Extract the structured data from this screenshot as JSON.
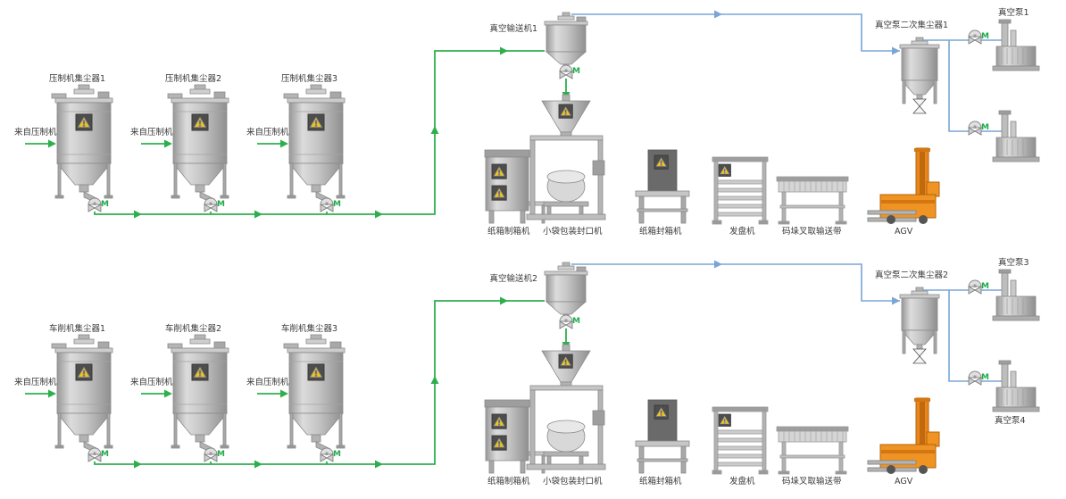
{
  "valve_motor_label": "M",
  "colors": {
    "material_line_green": "#2eaf4e",
    "vacuum_line_blue": "#7aa5d6",
    "agv_orange": "#ef9322",
    "warning_yellow": "#f0c419",
    "warning_plate_gray": "#4d4d4d"
  },
  "sections": [
    {
      "id": "press-line",
      "collectors": [
        {
          "label": "压制机集尘器1",
          "source": "来自压制机"
        },
        {
          "label": "压制机集尘器2",
          "source": "来自压制机"
        },
        {
          "label": "压制机集尘器3",
          "source": "来自压制机"
        }
      ],
      "conveyor_label": "真空输送机1",
      "secondary_collector_label": "真空泵二次集尘器1",
      "pumps": [
        "真空泵1",
        ""
      ],
      "equipment": [
        "纸箱制箱机",
        "小袋包装封口机",
        "纸箱封箱机",
        "发盘机",
        "码垛叉取输送带",
        "AGV"
      ]
    },
    {
      "id": "lathe-line",
      "collectors": [
        {
          "label": "车削机集尘器1",
          "source": "来自压制机"
        },
        {
          "label": "车削机集尘器2",
          "source": "来自压制机"
        },
        {
          "label": "车削机集尘器3",
          "source": "来自压制机"
        }
      ],
      "conveyor_label": "真空输送机2",
      "secondary_collector_label": "真空泵二次集尘器2",
      "pumps": [
        "真空泵3",
        "真空泵4"
      ],
      "equipment": [
        "纸箱制箱机",
        "小袋包装封口机",
        "纸箱封箱机",
        "发盘机",
        "码垛叉取输送带",
        "AGV"
      ]
    }
  ]
}
